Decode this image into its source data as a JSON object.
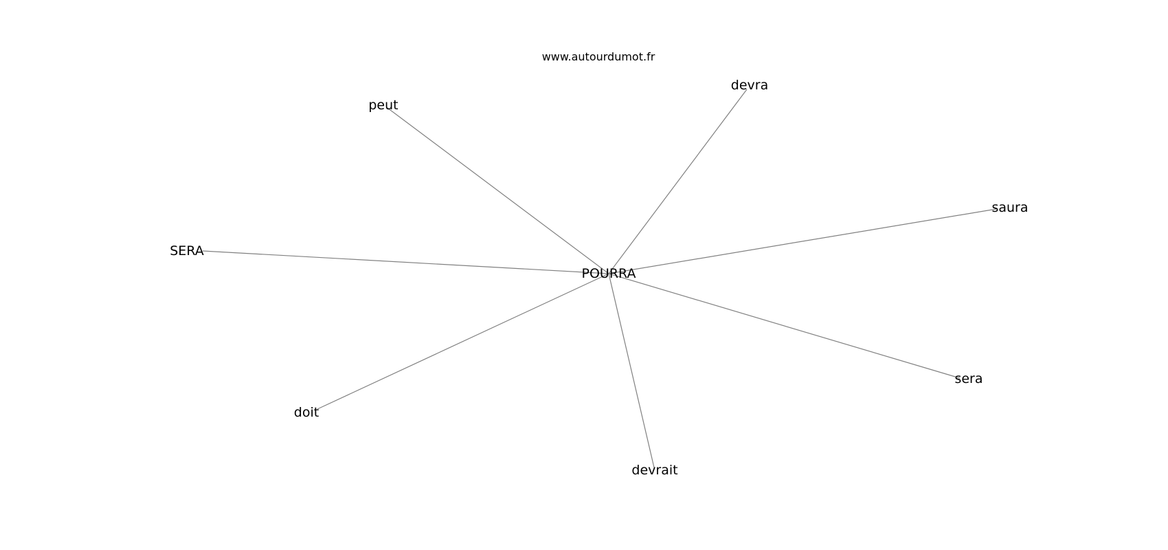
{
  "watermark": "www.autourdumot.fr",
  "graph": {
    "center": "POURRA",
    "neighbors": [
      "peut",
      "devra",
      "saura",
      "SERA",
      "sera",
      "doit",
      "devrait"
    ]
  },
  "colors": {
    "edge": "#808080",
    "text": "#000000",
    "background": "#ffffff"
  }
}
